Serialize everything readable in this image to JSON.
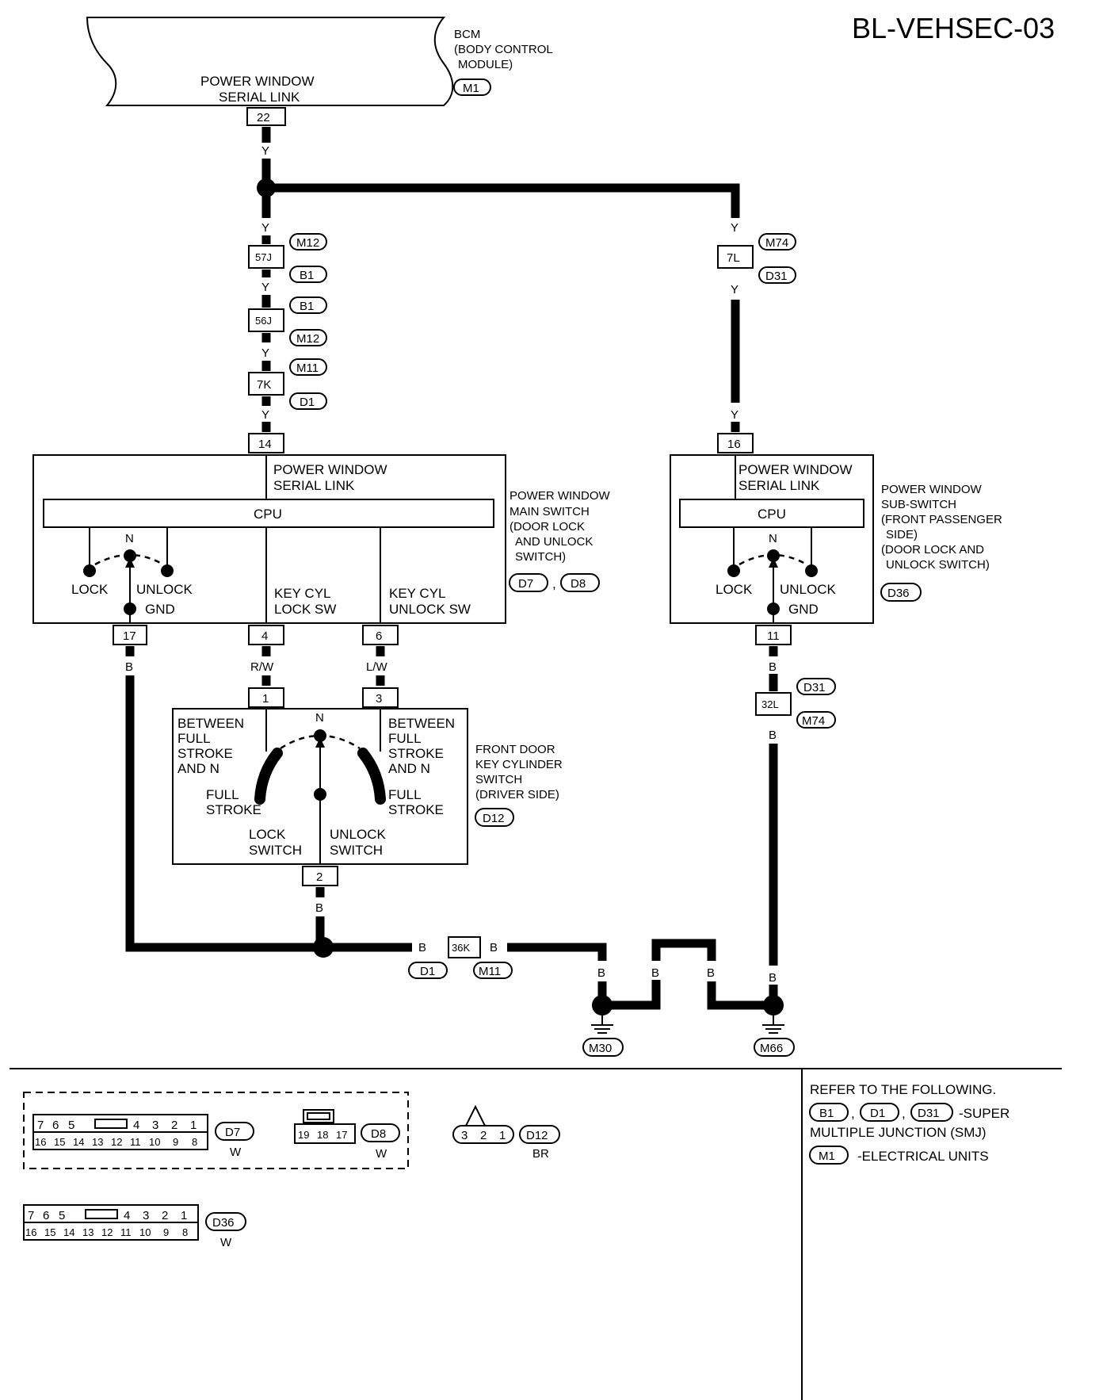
{
  "title": "BL-VEHSEC-03",
  "bcm": {
    "name_lines": [
      "BCM",
      "(BODY CONTROL",
      "MODULE)"
    ],
    "conn": "M1",
    "inner_lines": [
      "POWER WINDOW",
      "SERIAL LINK"
    ],
    "pin": "22"
  },
  "wires": {
    "y": "Y",
    "b": "B",
    "rw": "R/W",
    "lw": "L/W"
  },
  "inline": {
    "c57j": {
      "pin": "57J",
      "a": "M12",
      "b": "B1"
    },
    "c56j": {
      "pin": "56J",
      "a": "B1",
      "b": "M12"
    },
    "c7k": {
      "pin": "7K",
      "a": "M11",
      "b": "D1"
    },
    "c7l": {
      "pin": "7L",
      "a": "M74",
      "b": "D31"
    },
    "c32l": {
      "pin": "32L",
      "a": "D31",
      "b": "M74"
    },
    "c36k": {
      "pin": "36K",
      "a": "D1",
      "b": "M11"
    }
  },
  "main_switch": {
    "pin_in": "14",
    "serial_lines": [
      "POWER WINDOW",
      "SERIAL LINK"
    ],
    "cpu": "CPU",
    "n": "N",
    "lock": "LOCK",
    "unlock": "UNLOCK",
    "gnd": "GND",
    "keycyl_lock": [
      "KEY CYL",
      "LOCK SW"
    ],
    "keycyl_unlock": [
      "KEY CYL",
      "UNLOCK SW"
    ],
    "pins": [
      "17",
      "4",
      "6"
    ],
    "name_lines": [
      "POWER WINDOW",
      "MAIN SWITCH",
      "(DOOR LOCK",
      "AND UNLOCK",
      "SWITCH)"
    ],
    "conn_a": "D7",
    "conn_b": "D8"
  },
  "sub_switch": {
    "pin_in": "16",
    "serial_lines": [
      "POWER WINDOW",
      "SERIAL LINK"
    ],
    "cpu": "CPU",
    "n": "N",
    "lock": "LOCK",
    "unlock": "UNLOCK",
    "gnd": "GND",
    "pin_out": "11",
    "name_lines": [
      "POWER WINDOW",
      "SUB-SWITCH",
      "(FRONT PASSENGER",
      "SIDE)",
      "(DOOR LOCK AND",
      "UNLOCK SWITCH)"
    ],
    "conn": "D36"
  },
  "key_cyl": {
    "pins": [
      "1",
      "3",
      "2"
    ],
    "n": "N",
    "left_lines": [
      "BETWEEN",
      "FULL",
      "STROKE",
      "AND N"
    ],
    "right_lines": [
      "BETWEEN",
      "FULL",
      "STROKE",
      "AND N"
    ],
    "full_stroke": [
      "FULL",
      "STROKE"
    ],
    "lock_sw": [
      "LOCK",
      "SWITCH"
    ],
    "unlock_sw": [
      "UNLOCK",
      "SWITCH"
    ],
    "name_lines": [
      "FRONT DOOR",
      "KEY CYLINDER",
      "SWITCH",
      "(DRIVER SIDE)"
    ],
    "conn": "D12"
  },
  "grounds": [
    "M30",
    "M66"
  ],
  "connectors": {
    "d7": {
      "top": [
        "7",
        "6",
        "5",
        "",
        "4",
        "3",
        "2",
        "1"
      ],
      "bottom": [
        "16",
        "15",
        "14",
        "13",
        "12",
        "11",
        "10",
        "9",
        "8"
      ],
      "id": "D7",
      "color": "W"
    },
    "d8": {
      "pins": [
        "19",
        "18",
        "17"
      ],
      "id": "D8",
      "color": "W"
    },
    "d12": {
      "pins": [
        "3",
        "2",
        "1"
      ],
      "id": "D12",
      "color": "BR"
    },
    "d36": {
      "top": [
        "7",
        "6",
        "5",
        "",
        "4",
        "3",
        "2",
        "1"
      ],
      "bottom": [
        "16",
        "15",
        "14",
        "13",
        "12",
        "11",
        "10",
        "9",
        "8"
      ],
      "id": "D36",
      "color": "W"
    }
  },
  "legend": {
    "heading": "REFER TO THE FOLLOWING.",
    "smj_ids": [
      "B1",
      "D1",
      "D31"
    ],
    "smj_text": "-SUPER",
    "smj_text2": "MULTIPLE JUNCTION (SMJ)",
    "eu_id": "M1",
    "eu_text": "-ELECTRICAL UNITS"
  }
}
